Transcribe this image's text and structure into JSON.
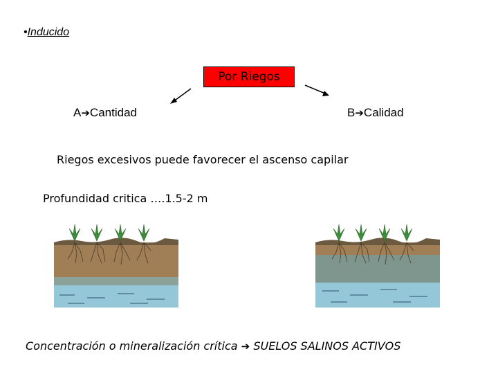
{
  "heading": {
    "bullet": "•",
    "text": "Inducido"
  },
  "box": {
    "label": "Por  Riegos"
  },
  "options": {
    "a_prefix": "A",
    "a_text": "Cantidad",
    "b_prefix": "B",
    "b_text": "Calidad",
    "arrow_glyph": "➔"
  },
  "lines": {
    "ascenso": "Riegos excesivos puede favorecer el ascenso capilar",
    "profundidad": "Profundidad critica ….1.5-2 m"
  },
  "footer": {
    "left": "Concentración o mineralización crítica ",
    "arrow_glyph": "➔",
    "right": " SUELOS SALINOS ACTIVOS"
  },
  "colors": {
    "box_fill": "#ff0000",
    "soil_brown": "#a07f57",
    "soil_gray": "#7f968e",
    "water_blue": "#94c8d8",
    "surface_dark": "#6b5a3f",
    "plant_green": "#3e8d3a"
  }
}
